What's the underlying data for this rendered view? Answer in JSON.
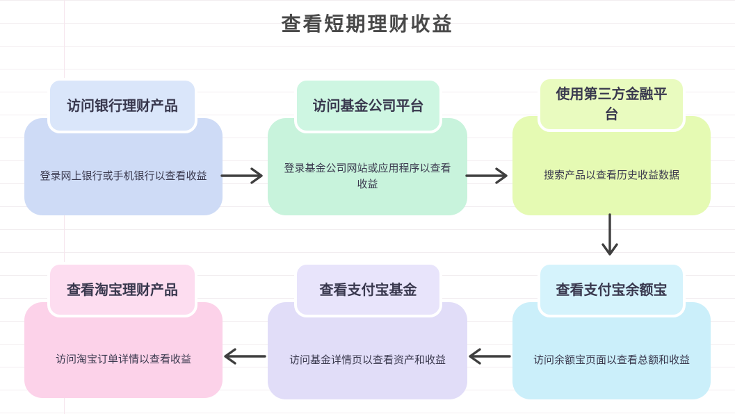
{
  "title": "查看短期理财收益",
  "colors": {
    "background": "#ffffff",
    "ruled_line": "#f2edf0",
    "margin_line": "#f6e6ed",
    "arrow": "#3f3f3f",
    "node_text": "#3a394e",
    "title_text": "#484848"
  },
  "nodes": [
    {
      "id": "bank",
      "header": "访问银行理财产品",
      "body": "登录网上银行或手机银行以查看收益",
      "header_color": "#dae6fa",
      "body_color": "#cedbf6"
    },
    {
      "id": "fund-company",
      "header": "访问基金公司平台",
      "body": "登录基金公司网站或应用程序以查看收益",
      "header_color": "#cef6e2",
      "body_color": "#c8f3dc"
    },
    {
      "id": "third-party",
      "header": "使用第三方金融平台",
      "body": "搜索产品以查看历史收益数据",
      "header_color": "#e9fbbf",
      "body_color": "#e5fab3"
    },
    {
      "id": "yuebao",
      "header": "查看支付宝余额宝",
      "body": "访问余额宝页面以查看总额和收益",
      "header_color": "#d5f3fc",
      "body_color": "#cbeffa"
    },
    {
      "id": "alipay-fund",
      "header": "查看支付宝基金",
      "body": "访问基金详情页以查看资产和收益",
      "header_color": "#e8e4fb",
      "body_color": "#e1ddf8"
    },
    {
      "id": "taobao",
      "header": "查看淘宝理财产品",
      "body": "访问淘宝订单详情以查看收益",
      "header_color": "#fdddf0",
      "body_color": "#fcd2e9"
    }
  ],
  "arrows": [
    {
      "from": "bank",
      "to": "fund-company",
      "direction": "right"
    },
    {
      "from": "fund-company",
      "to": "third-party",
      "direction": "right"
    },
    {
      "from": "third-party",
      "to": "yuebao",
      "direction": "down"
    },
    {
      "from": "yuebao",
      "to": "alipay-fund",
      "direction": "left"
    },
    {
      "from": "alipay-fund",
      "to": "taobao",
      "direction": "left"
    }
  ]
}
